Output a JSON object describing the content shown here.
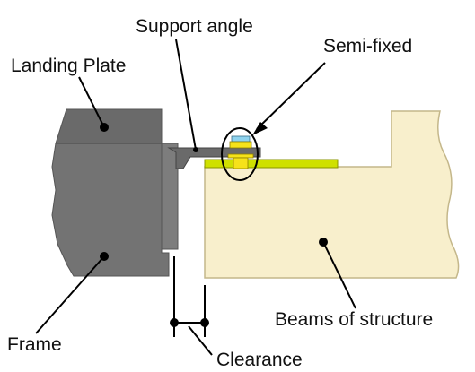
{
  "labels": {
    "support_angle": "Support angle",
    "landing_plate": "Landing Plate",
    "semi_fixed": "Semi-fixed",
    "beams_of_structure": "Beams of structure",
    "frame": "Frame",
    "clearance": "Clearance"
  },
  "colors": {
    "frame_fill": "#737373",
    "frame_dark": "#5e5e5e",
    "angle_fill": "#6a6a6a",
    "beam_fill": "#f8efcc",
    "beam_edge": "#c4b78a",
    "plate_green": "#cfe000",
    "bolt_yellow": "#f6e21a",
    "bolt_blue": "#8fd3ee",
    "line": "#000000"
  }
}
